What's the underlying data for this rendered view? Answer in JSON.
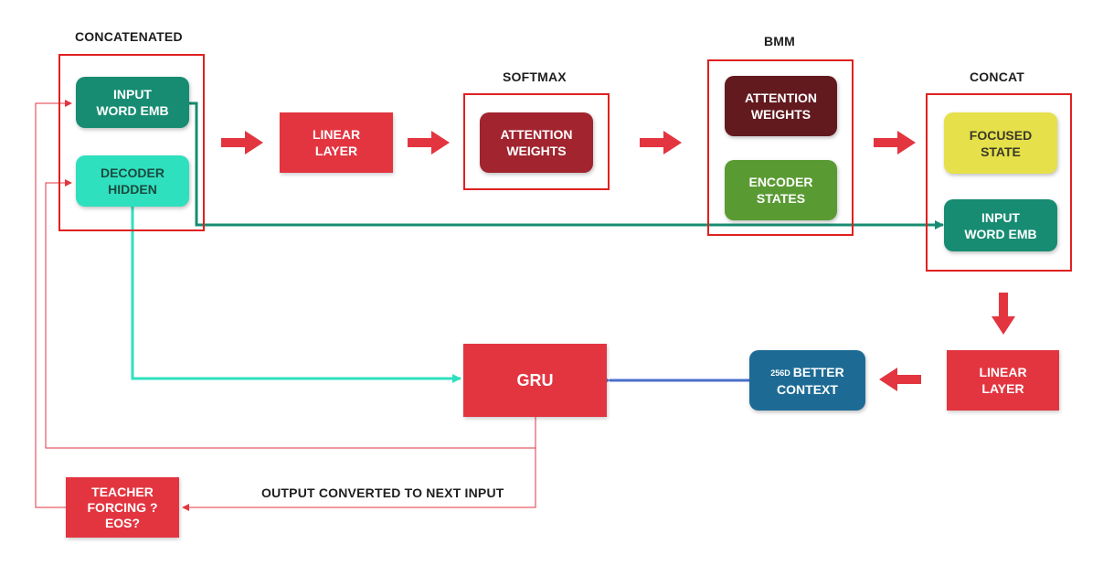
{
  "colors": {
    "red": "#e33540",
    "group_border": "#e02020",
    "input_word_emb": "#178c72",
    "decoder_hidden": "#2fe0bf",
    "attention_softmax": "#a1242f",
    "attention_bmm": "#621a1f",
    "encoder_states": "#5a9a33",
    "focused_state": "#e6e04a",
    "better_context": "#1d6b95",
    "gru_context_line": "#4a6fcb"
  },
  "labels": {
    "concatenated": "CONCATENATED",
    "softmax": "SOFTMAX",
    "bmm": "BMM",
    "concat": "CONCAT",
    "output_converted": "OUTPUT CONVERTED TO NEXT INPUT"
  },
  "nodes": {
    "input_word_emb_1": "INPUT\nWORD EMB",
    "decoder_hidden": "DECODER\nHIDDEN",
    "linear_layer_1": "LINEAR\nLAYER",
    "attention_weights_softmax": "ATTENTION\nWEIGHTS",
    "attention_weights_bmm": "ATTENTION\nWEIGHTS",
    "encoder_states": "ENCODER\nSTATES",
    "focused_state": "FOCUSED\nSTATE",
    "input_word_emb_2": "INPUT\nWORD EMB",
    "linear_layer_2": "LINEAR\nLAYER",
    "gru": "GRU",
    "better_context_prefix": "256D",
    "better_context_text": "BETTER\nCONTEXT",
    "teacher_forcing": "TEACHER\nFORCING ?\nEOS?"
  },
  "arrows": [
    {
      "from": "concatenated",
      "to": "linear_layer_1",
      "style": "block"
    },
    {
      "from": "linear_layer_1",
      "to": "softmax",
      "style": "block"
    },
    {
      "from": "softmax",
      "to": "bmm",
      "style": "block"
    },
    {
      "from": "bmm",
      "to": "concat",
      "style": "block"
    },
    {
      "from": "concat",
      "to": "linear_layer_2",
      "style": "block"
    },
    {
      "from": "linear_layer_2",
      "to": "better_context",
      "style": "block"
    },
    {
      "from": "better_context",
      "to": "gru",
      "style": "line"
    },
    {
      "from": "decoder_hidden",
      "to": "gru",
      "style": "line"
    },
    {
      "from": "input_word_emb_1",
      "to": "input_word_emb_2",
      "style": "line"
    },
    {
      "from": "gru",
      "to": "teacher_forcing",
      "style": "line"
    },
    {
      "from": "gru",
      "to": "decoder_hidden",
      "style": "line"
    },
    {
      "from": "teacher_forcing",
      "to": "input_word_emb_1",
      "style": "line"
    }
  ]
}
